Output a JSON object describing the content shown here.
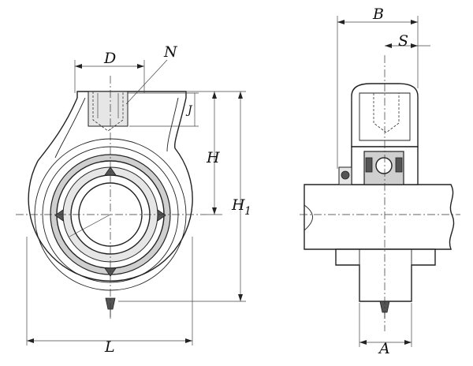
{
  "labels": {
    "D": "D",
    "N": "N",
    "H": "H",
    "H1": "H",
    "H1_sub": "1",
    "L": "L",
    "B": "B",
    "S": "S",
    "A": "A",
    "J": "J"
  }
}
